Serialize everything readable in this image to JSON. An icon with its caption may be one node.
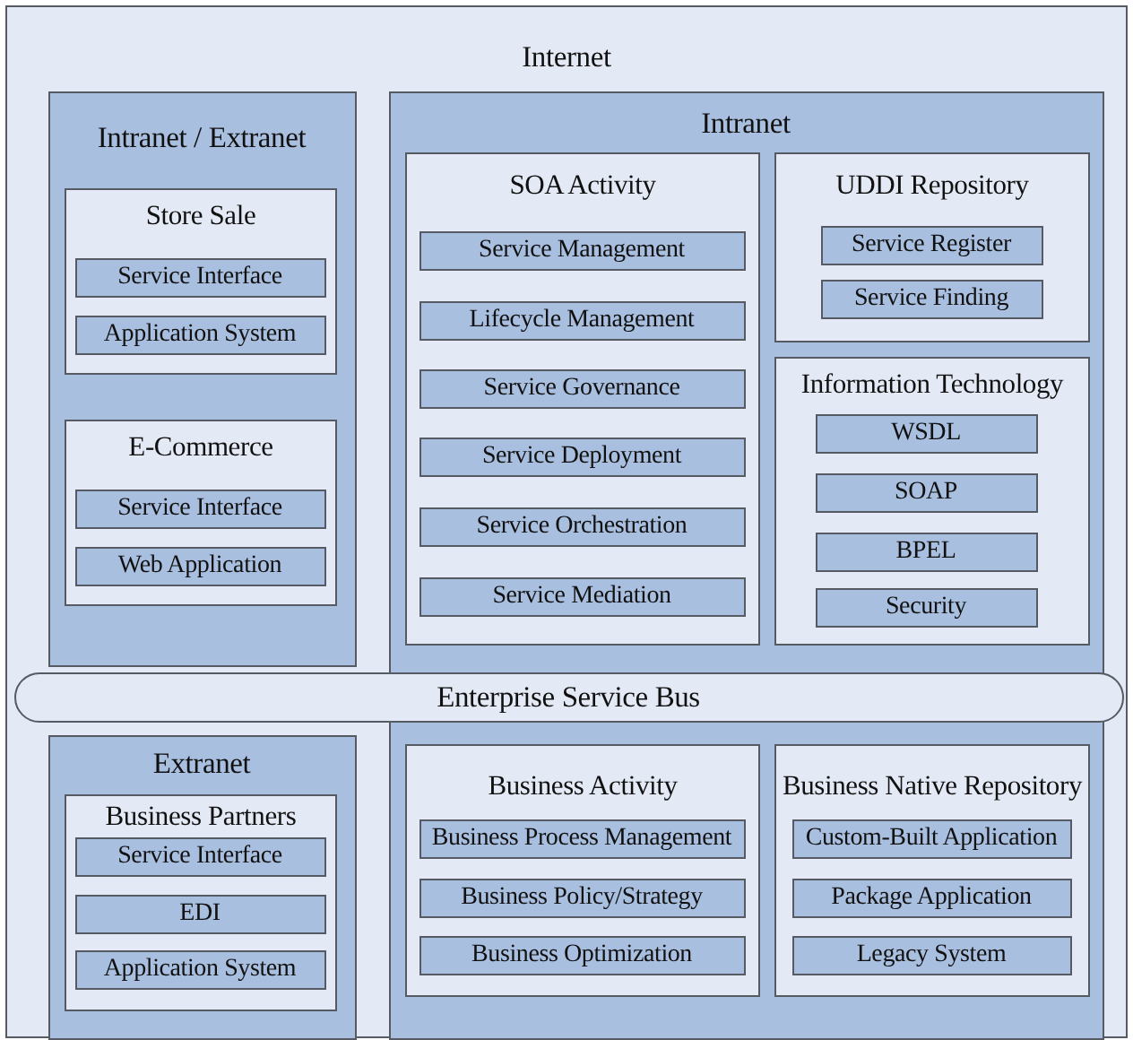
{
  "diagram": {
    "nodes": [
      {
        "text": [
          "Internet"
        ]
      },
      {
        "text": [
          "Intranet / Extranet"
        ],
        "in": 0
      },
      {
        "text": [
          "Store Sale"
        ],
        "in": 1
      },
      {
        "text": [
          "Service Interface"
        ],
        "in": 2
      },
      {
        "text": [
          "Application System"
        ],
        "in": 2
      },
      {
        "text": [
          "E-Commerce"
        ],
        "in": 1
      },
      {
        "text": [
          "Service Interface"
        ],
        "in": 5
      },
      {
        "text": [
          "Web Application"
        ],
        "in": 5
      },
      {
        "text": [
          "Intranet"
        ],
        "in": 0
      },
      {
        "text": [
          "SOA Activity"
        ],
        "in": 8
      },
      {
        "text": [
          "Service Management"
        ],
        "in": 9
      },
      {
        "text": [
          "Lifecycle Management"
        ],
        "in": 9
      },
      {
        "text": [
          "Service Governance"
        ],
        "in": 9
      },
      {
        "text": [
          "Service Deployment"
        ],
        "in": 9
      },
      {
        "text": [
          "Service Orchestration"
        ],
        "in": 9
      },
      {
        "text": [
          "Service Mediation"
        ],
        "in": 9
      },
      {
        "text": [
          "UDDI Repository"
        ],
        "in": 8
      },
      {
        "text": [
          "Service Register"
        ],
        "in": 16
      },
      {
        "text": [
          "Service Finding"
        ],
        "in": 16
      },
      {
        "text": [
          "Information Technology"
        ],
        "in": 8
      },
      {
        "text": [
          "WSDL"
        ],
        "in": 19
      },
      {
        "text": [
          "SOAP"
        ],
        "in": 19
      },
      {
        "text": [
          "BPEL"
        ],
        "in": 19
      },
      {
        "text": [
          "Security"
        ],
        "in": 19
      },
      {
        "text": [
          "Enterprise Service Bus"
        ],
        "in": 0
      },
      {
        "text": [
          "Extranet"
        ],
        "in": 0
      },
      {
        "text": [
          "Business Partners"
        ],
        "in": 25
      },
      {
        "text": [
          "Service Interface"
        ],
        "in": 26
      },
      {
        "text": [
          "EDI"
        ],
        "in": 26
      },
      {
        "text": [
          "Application System"
        ],
        "in": 26
      },
      {
        "text": [
          "Business Activity"
        ],
        "in": 8
      },
      {
        "text": [
          "Business Process Management"
        ],
        "in": 30
      },
      {
        "text": [
          "Business Policy/Strategy"
        ],
        "in": 30
      },
      {
        "text": [
          "Business Optimization"
        ],
        "in": 30
      },
      {
        "text": [
          "Business Native Repository"
        ],
        "in": 8
      },
      {
        "text": [
          "Custom-Built Application"
        ],
        "in": 34
      },
      {
        "text": [
          "Package Application"
        ],
        "in": 34
      },
      {
        "text": [
          "Legacy System"
        ],
        "in": 34
      }
    ]
  }
}
